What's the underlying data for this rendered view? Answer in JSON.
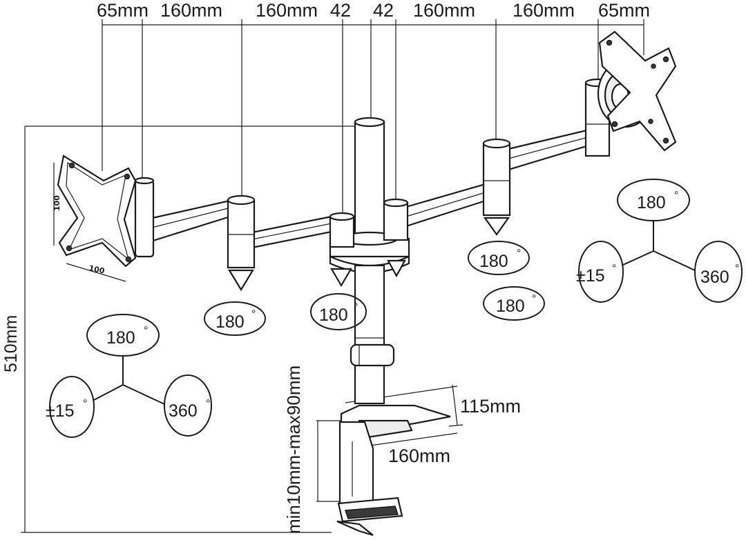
{
  "diagram": {
    "top_dimensions": [
      {
        "id": "d1",
        "text": "65mm"
      },
      {
        "id": "d2",
        "text": "160mm"
      },
      {
        "id": "d3",
        "text": "160mm"
      },
      {
        "id": "d4",
        "text": "42"
      },
      {
        "id": "d5",
        "text": "42"
      },
      {
        "id": "d6",
        "text": "160mm"
      },
      {
        "id": "d7",
        "text": "160mm"
      },
      {
        "id": "d8",
        "text": "65mm"
      }
    ],
    "height_label": "510mm",
    "clamp_range_label": "min10mm-max90mm",
    "base_depth_label": "115mm",
    "base_width_label": "160mm",
    "vesa_label_vertical": "100",
    "vesa_label_horizontal": "100",
    "rotation_labels": {
      "joint_left": "180",
      "joint_center": "180",
      "joint_right_upper": "180",
      "joint_right_lower": "180",
      "head_left_tilt": "180",
      "head_left_swivel": "±15",
      "head_left_rotate": "360",
      "head_right_tilt": "180",
      "head_right_swivel": "±15",
      "head_right_rotate": "360"
    },
    "degree_symbol": "°",
    "colors": {
      "line": "#1a1a1a",
      "background": "#ffffff",
      "shade": "#eeeeee"
    }
  }
}
